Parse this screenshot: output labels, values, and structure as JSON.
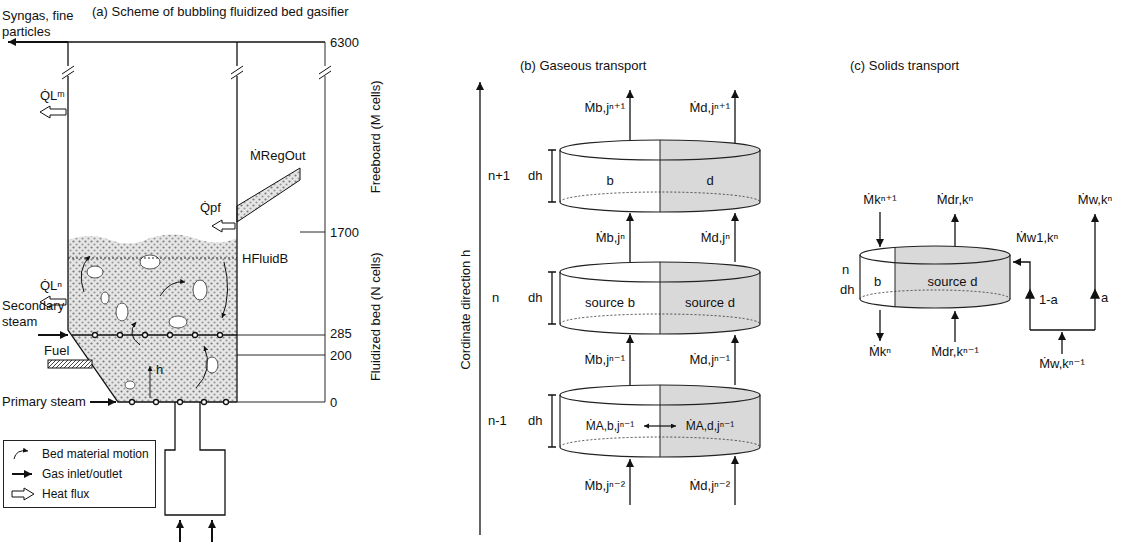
{
  "diagram": {
    "nodes": [
      {
        "text": [
          "b",
          "d"
        ]
      },
      {
        "text": [
          "source b",
          "source d"
        ]
      },
      {
        "text": [
          "ṀA,b,jⁿ⁻¹",
          "ṀA,d,jⁿ⁻¹"
        ]
      },
      {
        "text": [
          "b",
          "source d"
        ]
      }
    ],
    "edges": [
      {
        "from": 2,
        "to": 1,
        "arrow": "to",
        "label": "Ṁb,jⁿ⁻¹"
      },
      {
        "from": 2,
        "to": 1,
        "arrow": "to",
        "label": "Ṁd,jⁿ⁻¹"
      },
      {
        "from": 1,
        "to": 0,
        "arrow": "to",
        "label": "Ṁb,jⁿ"
      },
      {
        "from": 1,
        "to": 0,
        "arrow": "to",
        "label": "Ṁd,jⁿ"
      }
    ],
    "labels": [
      "(a) Scheme of bubbling fluidized bed gasifier",
      "Syngas, fine particles",
      "6300",
      "Q̇Lᵐ",
      "ṀRegOut",
      "1700",
      "Freeboard (M cells)",
      "Q̇pf",
      "HFluidB",
      "Q̇Lⁿ",
      "Fluidized bed (N cells)",
      "Secondary steam",
      "285",
      "Fuel",
      "200",
      "h",
      "Primary steam",
      "0",
      "(b) Gaseous transport",
      "Ṁb,jⁿ⁺¹",
      "Ṁd,jⁿ⁺¹",
      "n+1",
      "dh",
      "n",
      "dh",
      "n-1",
      "dh",
      "Cordinate direction h",
      "Ṁb,jⁿ⁻²",
      "Ṁd,jⁿ⁻²",
      "(c) Solids transport",
      "Ṁkⁿ⁺¹",
      "Ṁdr,kⁿ",
      "Ṁw,kⁿ",
      "Ṁw1,kⁿ",
      "n",
      "dh",
      "a",
      "1-a",
      "Ṁkⁿ",
      "Ṁdr,kⁿ⁻¹",
      "Ṁw,kⁿ⁻¹"
    ],
    "legend": [
      {
        "text": "Bed material motion"
      },
      {
        "text": "Gas inlet/outlet"
      },
      {
        "text": "Heat flux"
      }
    ]
  }
}
